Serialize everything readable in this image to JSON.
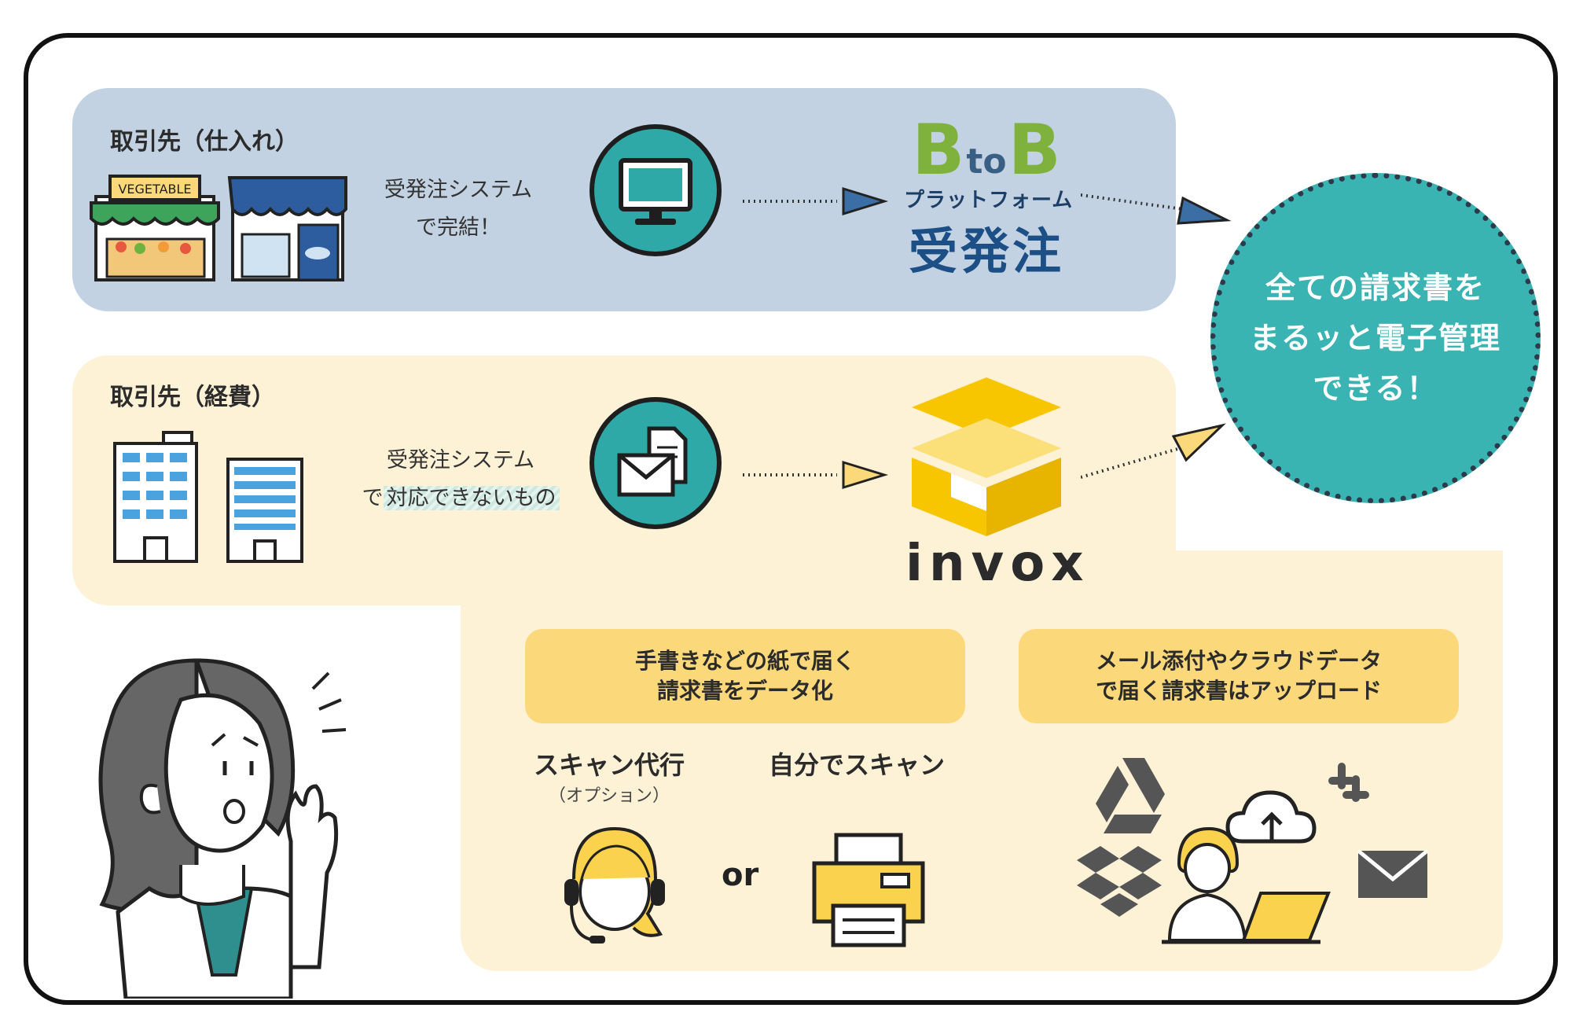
{
  "supplier_section": {
    "label": "取引先（仕入れ）",
    "note_line1": "受発注システム",
    "note_line2": "で完結！",
    "shop_sign": "VEGETABLE"
  },
  "b2b_logo": {
    "top_b1": "B",
    "top_to": "to",
    "top_b2": "B",
    "middle": "プラットフォーム",
    "bottom": "受発注"
  },
  "expense_section": {
    "label": "取引先（経費）",
    "note_line1": "受発注システム",
    "note_line2_prefix": "で",
    "note_line2_highlight": "対応できないもの"
  },
  "invox_logo": {
    "text": "invox"
  },
  "result_circle": {
    "line1": "全ての請求書を",
    "line2": "まるッと電子管理",
    "line3": "できる！"
  },
  "paper_box": {
    "line1": "手書きなどの紙で届く",
    "line2": "請求書をデータ化"
  },
  "digital_box": {
    "line1": "メール添付やクラウドデータ",
    "line2": "で届く請求書はアップロード"
  },
  "scan_service": {
    "title": "スキャン代行",
    "subtitle": "（オプション）"
  },
  "or_label": "or",
  "self_scan": {
    "title": "自分でスキャン"
  },
  "colors": {
    "blue_panel": "#c3d2e2",
    "cream_panel": "#fdf1d6",
    "teal": "#2fa8a8",
    "yellow": "#fbd97a",
    "b2b_green": "#7fb23c",
    "b2b_navy": "#1b4f86",
    "invox_yellow": "#f7c600"
  },
  "icons": [
    "vegetable-shop-icon",
    "fish-shop-icon",
    "monitor-icon",
    "office-building-icon",
    "mail-document-icon",
    "operator-headset-icon",
    "printer-icon",
    "google-drive-icon",
    "dropbox-icon",
    "slack-icon",
    "cloud-upload-icon",
    "laptop-user-icon",
    "envelope-icon",
    "surprised-woman-illustration"
  ]
}
